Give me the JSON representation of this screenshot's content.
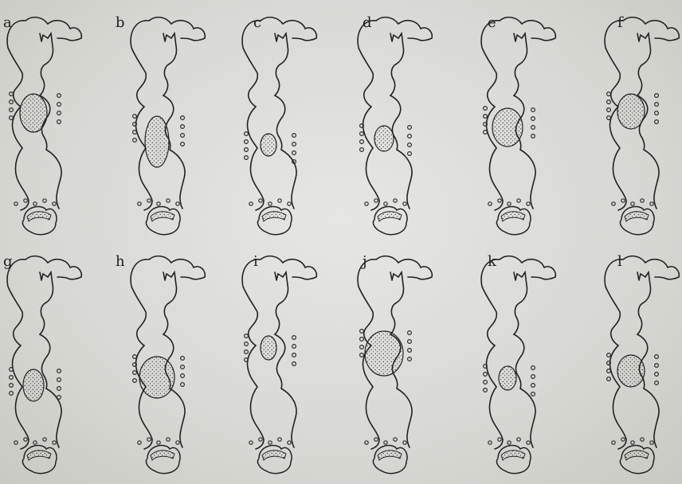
{
  "figure": {
    "panels": [
      {
        "label": "a"
      },
      {
        "label": "b"
      },
      {
        "label": "c"
      },
      {
        "label": "d"
      },
      {
        "label": "e"
      },
      {
        "label": "f"
      },
      {
        "label": "g"
      },
      {
        "label": "h"
      },
      {
        "label": "i"
      },
      {
        "label": "j"
      },
      {
        "label": "k"
      },
      {
        "label": "l"
      }
    ]
  }
}
